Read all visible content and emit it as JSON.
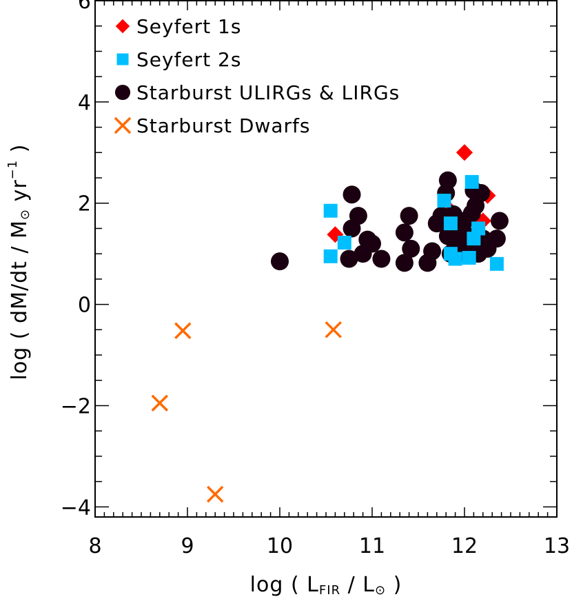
{
  "chart_data": {
    "type": "scatter",
    "xlabel": {
      "pre": "log ( L",
      "sub": "FIR",
      "mid": " / L",
      "sym": "⊙",
      "post": " )"
    },
    "ylabel": {
      "pre": "log ( dM/dt / M",
      "sym": "⊙",
      "mid": " yr",
      "sup": "−1",
      "post": " )"
    },
    "xlim": [
      8,
      13
    ],
    "ylim": [
      -4.2,
      6
    ],
    "x_major_ticks": [
      8,
      9,
      10,
      11,
      12,
      13
    ],
    "x_tick_labels": [
      "8",
      "9",
      "10",
      "11",
      "12",
      "13"
    ],
    "y_major_ticks": [
      -4,
      -2,
      0,
      2,
      4,
      6
    ],
    "y_tick_labels": [
      "−4",
      "−2",
      "0",
      "2",
      "4",
      "6"
    ],
    "grid": false,
    "legend_position": "top-left",
    "series": [
      {
        "name": "Seyfert 1s",
        "marker": "diamond",
        "color": "#ff0000",
        "points": [
          [
            10.6,
            1.38
          ],
          [
            12.0,
            3.0
          ],
          [
            12.25,
            2.15
          ],
          [
            12.2,
            1.65
          ],
          [
            11.85,
            1.85
          ]
        ]
      },
      {
        "name": "Seyfert 2s",
        "marker": "square",
        "color": "#00bfff",
        "points": [
          [
            10.55,
            1.85
          ],
          [
            10.55,
            0.95
          ],
          [
            10.7,
            1.22
          ],
          [
            11.78,
            2.05
          ],
          [
            11.85,
            1.6
          ],
          [
            11.85,
            1.0
          ],
          [
            11.9,
            0.9
          ],
          [
            12.05,
            0.92
          ],
          [
            12.08,
            2.42
          ],
          [
            12.1,
            1.3
          ],
          [
            12.15,
            1.5
          ],
          [
            12.35,
            0.8
          ]
        ]
      },
      {
        "name": "Starburst ULIRGs & LIRGs",
        "marker": "circle",
        "color": "#1a0010",
        "points": [
          [
            10.0,
            0.85
          ],
          [
            10.75,
            0.9
          ],
          [
            10.78,
            1.5
          ],
          [
            10.78,
            2.17
          ],
          [
            10.85,
            1.75
          ],
          [
            10.9,
            1.0
          ],
          [
            10.95,
            1.28
          ],
          [
            11.0,
            1.2
          ],
          [
            11.1,
            0.9
          ],
          [
            11.35,
            0.82
          ],
          [
            11.35,
            1.42
          ],
          [
            11.4,
            1.75
          ],
          [
            11.42,
            1.1
          ],
          [
            11.6,
            0.82
          ],
          [
            11.65,
            1.05
          ],
          [
            11.7,
            1.6
          ],
          [
            11.75,
            1.75
          ],
          [
            11.8,
            2.2
          ],
          [
            11.82,
            2.45
          ],
          [
            11.82,
            1.35
          ],
          [
            11.85,
            1.0
          ],
          [
            11.9,
            1.2
          ],
          [
            11.95,
            1.5
          ],
          [
            12.0,
            1.65
          ],
          [
            12.02,
            1.0
          ],
          [
            12.05,
            1.25
          ],
          [
            12.08,
            1.8
          ],
          [
            12.1,
            2.25
          ],
          [
            12.12,
            1.95
          ],
          [
            12.15,
            1.0
          ],
          [
            12.18,
            2.2
          ],
          [
            12.2,
            1.3
          ],
          [
            12.25,
            1.1
          ],
          [
            12.35,
            1.3
          ],
          [
            12.38,
            1.65
          ],
          [
            11.88,
            1.78
          ],
          [
            12.0,
            1.4
          ]
        ]
      },
      {
        "name": "Starburst Dwarfs",
        "marker": "x",
        "color": "#ff6a00",
        "points": [
          [
            8.95,
            -0.52
          ],
          [
            8.7,
            -1.95
          ],
          [
            9.3,
            -3.75
          ],
          [
            10.58,
            -0.5
          ]
        ]
      }
    ]
  }
}
